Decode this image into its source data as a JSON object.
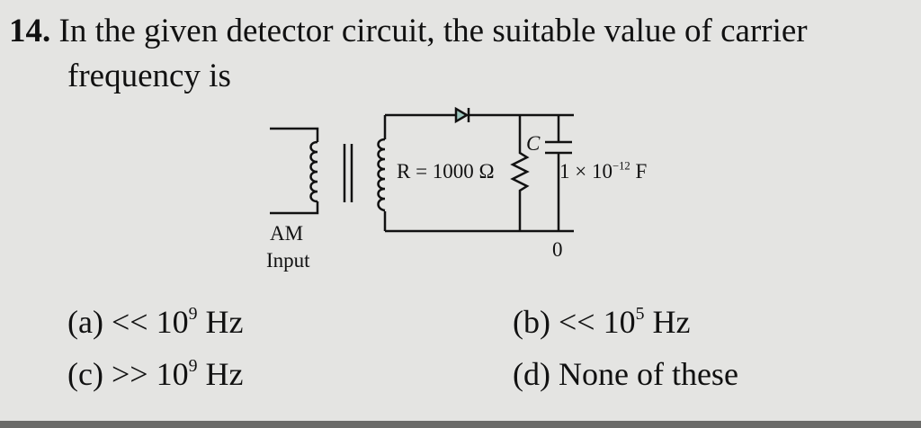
{
  "question": {
    "number": "14.",
    "line1": "In the given detector circuit, the suitable value of carrier",
    "line2": "frequency is"
  },
  "circuit": {
    "resistor_label": "R = 1000 Ω",
    "capacitor_label": "C",
    "capacitance_base": "1 × 10",
    "capacitance_exp": "−12",
    "capacitance_unit": "F",
    "input_label_1": "AM",
    "input_label_2": "Input",
    "output_label": "0"
  },
  "options": [
    {
      "key": "(a)",
      "pre": "<< 10",
      "exp": "9",
      "post": " Hz"
    },
    {
      "key": "(b)",
      "pre": "<< 10",
      "exp": "5",
      "post": " Hz"
    },
    {
      "key": "(c)",
      "pre": ">> 10",
      "exp": "9",
      "post": " Hz"
    },
    {
      "key": "(d)",
      "pre": "None of these",
      "exp": "",
      "post": ""
    }
  ]
}
